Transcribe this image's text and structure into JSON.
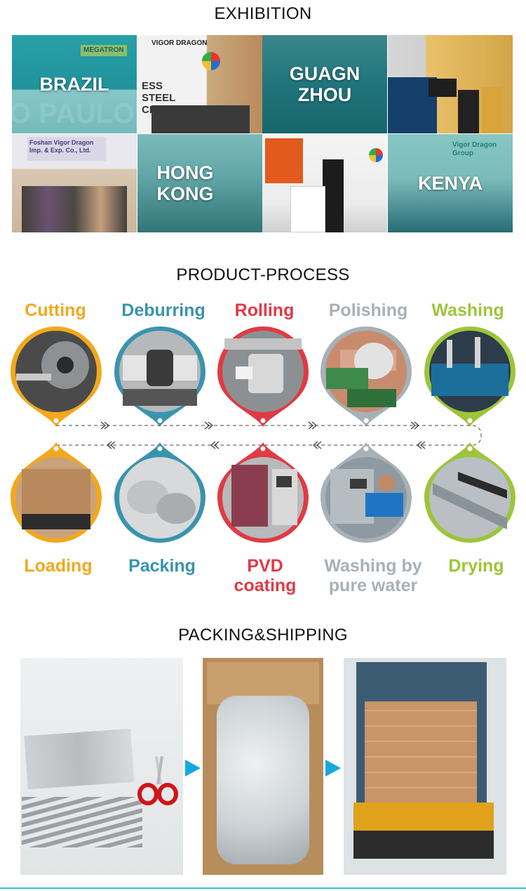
{
  "exhibition": {
    "title": "EXHIBITION",
    "tiles": [
      {
        "city": "BRAZIL",
        "sign": "MEGATRON",
        "backdrop": "O PAULO"
      },
      {
        "city": "",
        "sign": "VIGOR DRAGON",
        "backdrop": "ESS STEEL CHES LIFE"
      },
      {
        "city": "GUAGN ZHOU",
        "sign": "",
        "backdrop": ""
      },
      {
        "city": "",
        "sign": "",
        "backdrop": ""
      },
      {
        "city": "",
        "sign": "Foshan Vigor Dragon Imp. & Exp. Co., Ltd.",
        "backdrop": ""
      },
      {
        "city": "HONG KONG",
        "sign": "",
        "backdrop": ""
      },
      {
        "city": "",
        "sign": "",
        "backdrop": ""
      },
      {
        "city": "KENYA",
        "sign": "Vigor Dragon Group",
        "backdrop": ""
      }
    ]
  },
  "process": {
    "title": "PRODUCT-PROCESS",
    "top_steps": [
      {
        "label": "Cutting",
        "color": "#f2a81d"
      },
      {
        "label": "Deburring",
        "color": "#3a93ad"
      },
      {
        "label": "Rolling",
        "color": "#e03a44"
      },
      {
        "label": "Polishing",
        "color": "#a7b1b7"
      },
      {
        "label": "Washing",
        "color": "#9ec43a"
      }
    ],
    "bottom_steps": [
      {
        "label": "Loading",
        "color": "#f2a81d"
      },
      {
        "label": "Packing",
        "color": "#3a93ad"
      },
      {
        "label": "PVD coating",
        "color": "#e03a44"
      },
      {
        "label": "Washing by pure water",
        "color": "#a7b1b7"
      },
      {
        "label": "Drying",
        "color": "#9ec43a"
      }
    ]
  },
  "packing": {
    "title": "PACKING&SHIPPING",
    "arrow_color": "#18a7df"
  }
}
